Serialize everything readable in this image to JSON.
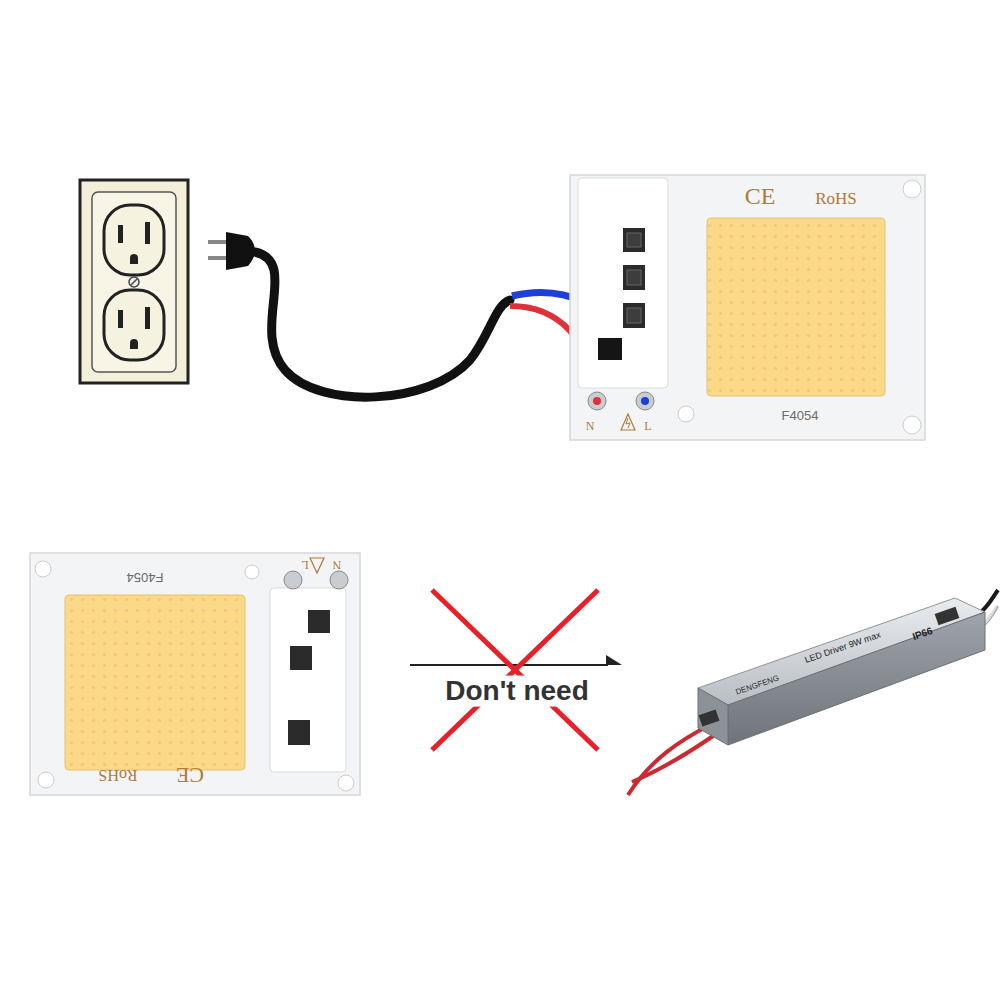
{
  "diagram": {
    "nodes": [
      {
        "text": [
          "CE",
          "RoHS",
          "F4054",
          "N",
          "L"
        ]
      },
      {
        "text": [
          "CE",
          "RoHS",
          "F4054",
          "N",
          "L"
        ]
      },
      {
        "text": [
          "DENGFENG",
          "LED Driver 9W max",
          "IP66"
        ]
      }
    ],
    "labels": [
      "Don't need"
    ]
  }
}
